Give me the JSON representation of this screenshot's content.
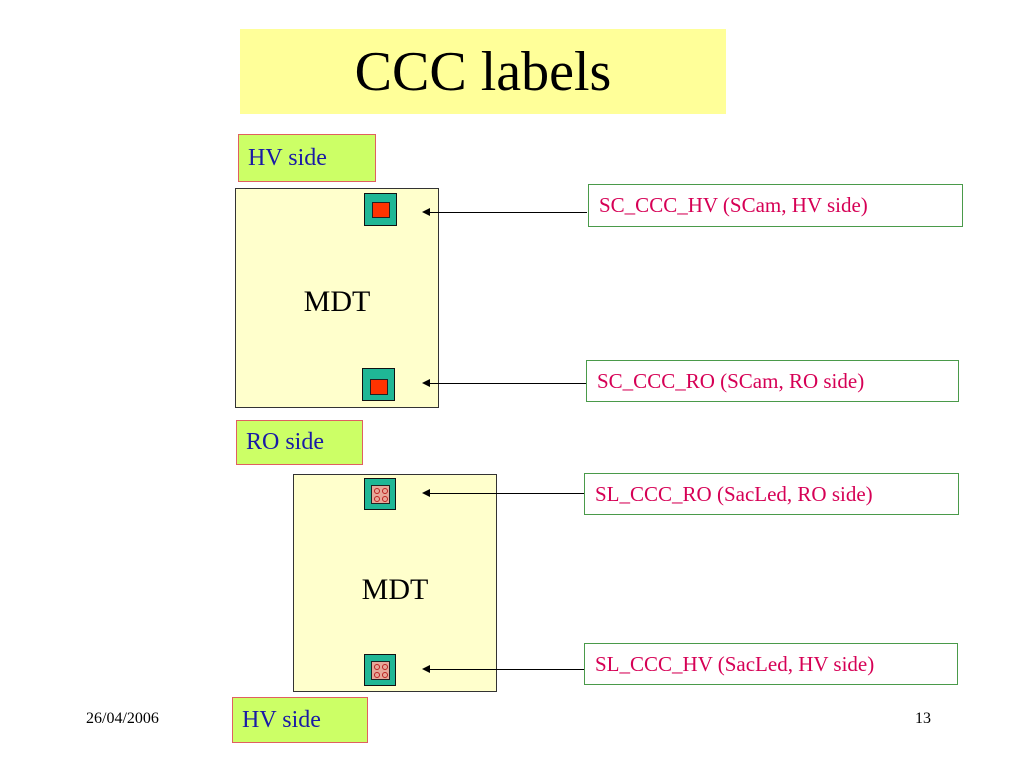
{
  "slide": {
    "title": "CCC labels",
    "date": "26/04/2006",
    "page_number": "13"
  },
  "diagram": {
    "top_side_label": "HV side",
    "middle_side_label": "RO side",
    "bottom_side_label": "HV side",
    "upper_mdt_label": "MDT",
    "lower_mdt_label": "MDT",
    "callouts": [
      "SC_CCC_HV (SCam, HV side)",
      "SC_CCC_RO (SCam, RO side)",
      "SL_CCC_RO (SacLed, RO side)",
      "SL_CCC_HV (SacLed, HV side)"
    ]
  },
  "colors": {
    "title_background": "#ffff99",
    "side_label_background": "#ccff66",
    "side_label_text": "#1a1aa6",
    "mdt_background": "#ffffcc",
    "chip_teal": "#1fb796",
    "scam_square": "#ff3300",
    "callout_text": "#d60055"
  },
  "icons": {
    "scam": "red-square-chip-icon",
    "sacled": "four-dot-chip-icon"
  }
}
